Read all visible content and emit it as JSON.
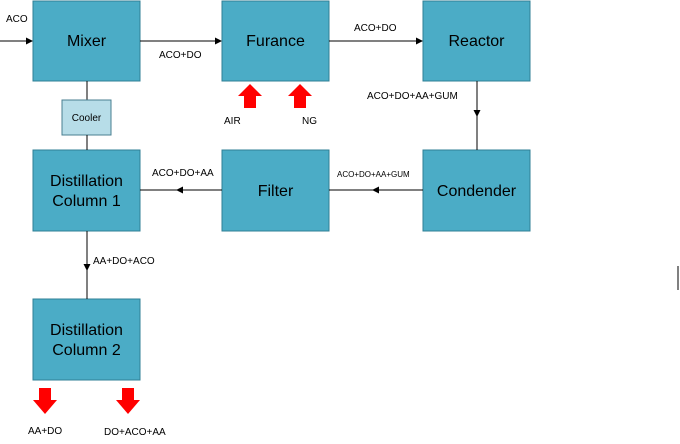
{
  "blocks": {
    "mixer": "Mixer",
    "furnace": "Furance",
    "reactor": "Reactor",
    "condender": "Condender",
    "filter": "Filter",
    "dist1_line1": "Distillation",
    "dist1_line2": "Column 1",
    "dist2_line1": "Distillation",
    "dist2_line2": "Column 2",
    "cooler": "Cooler"
  },
  "flows": {
    "feed": "ACO",
    "mixer_to_furnace": "ACO+DO",
    "furnace_to_reactor": "ACO+DO",
    "reactor_to_condender": "ACO+DO+AA+GUM",
    "condender_to_filter": "ACO+DO+AA+GUM",
    "filter_to_dist1": "ACO+DO+AA",
    "dist1_to_dist2": "AA+DO+ACO",
    "air": "AIR",
    "ng": "NG",
    "product_left": "AA+DO",
    "product_right": "DO+ACO+AA"
  },
  "colors": {
    "block_fill": "#4bacc6",
    "cooler_fill": "#b7dde8",
    "input_output_arrow": "#ff0000"
  }
}
